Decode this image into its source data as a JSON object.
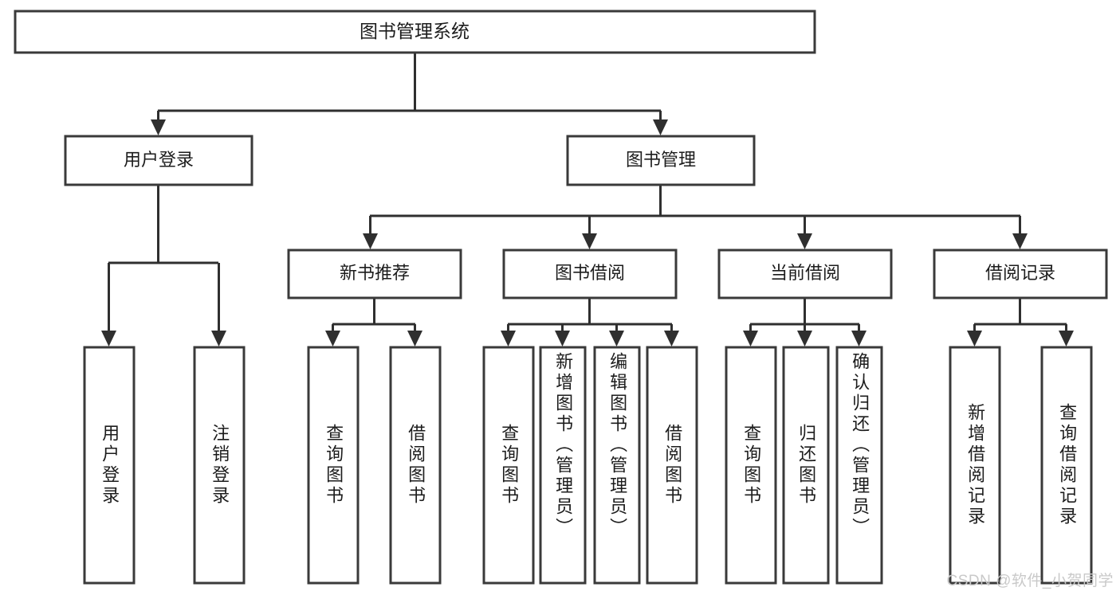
{
  "diagram": {
    "title": "图书管理系统",
    "type": "tree",
    "watermark": "CSDN @软件_小贺同学",
    "colors": {
      "box_stroke": "#3a3a3a",
      "connector": "#2f2f2f",
      "background": "#ffffff",
      "text": "#1c1c1c",
      "watermark": "#c9c9c9"
    },
    "root": {
      "label": "图书管理系统"
    },
    "level2": [
      {
        "label": "用户登录"
      },
      {
        "label": "图书管理"
      }
    ],
    "level3": [
      {
        "label": "新书推荐"
      },
      {
        "label": "图书借阅"
      },
      {
        "label": "当前借阅"
      },
      {
        "label": "借阅记录"
      }
    ],
    "leaves": {
      "user_login": [
        {
          "label": "用户登录"
        },
        {
          "label": "注销登录"
        }
      ],
      "new_book": [
        {
          "label": "查询图书"
        },
        {
          "label": "借阅图书"
        }
      ],
      "book_borrow": [
        {
          "label": "查询图书"
        },
        {
          "label": "新增图书（管理员）"
        },
        {
          "label": "编辑图书（管理员）"
        },
        {
          "label": "借阅图书"
        }
      ],
      "current_borrow": [
        {
          "label": "查询图书"
        },
        {
          "label": "归还图书"
        },
        {
          "label": "确认归还（管理员）"
        }
      ],
      "borrow_record": [
        {
          "label": "新增借阅记录"
        },
        {
          "label": "查询借阅记录"
        }
      ]
    }
  }
}
